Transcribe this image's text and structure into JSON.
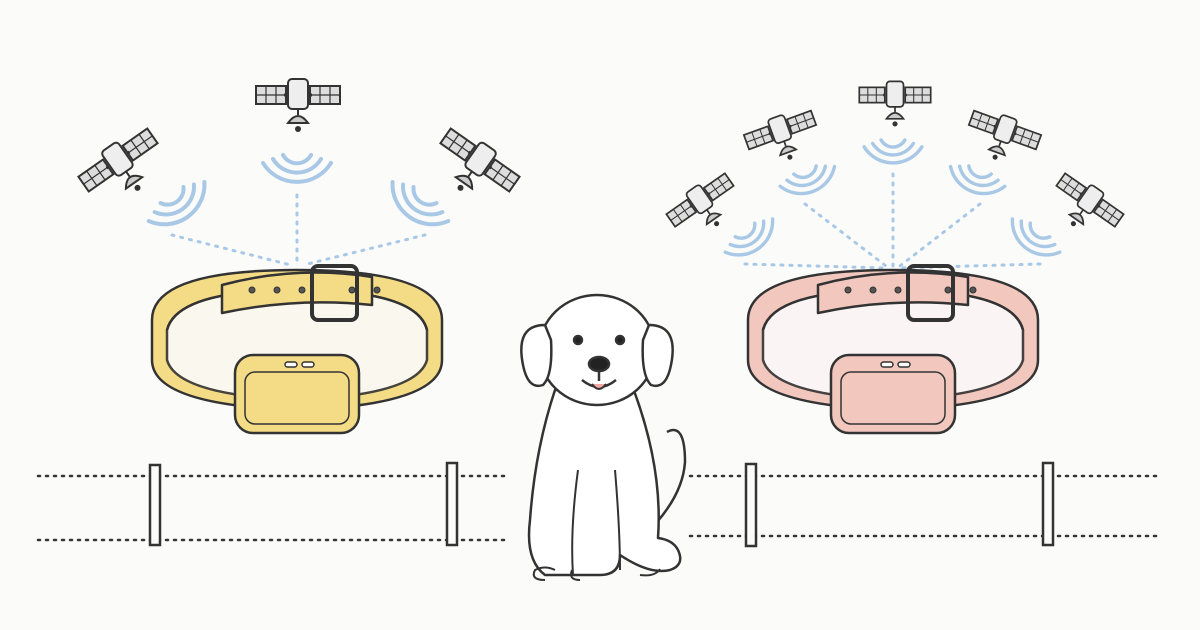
{
  "scene": {
    "background": "#fbfbfa",
    "ink": "#3a3a3a",
    "signal_color": "#a8c8e6",
    "left_collar": {
      "color": "#f4dc86",
      "satellite_count": 3
    },
    "right_collar": {
      "color": "#f2c7bd",
      "satellite_count": 5
    },
    "subject": "dog",
    "icons": [
      "satellite-icon",
      "signal-waves-icon",
      "collar-icon",
      "gps-device-icon",
      "fence-icon",
      "dog-icon"
    ]
  }
}
